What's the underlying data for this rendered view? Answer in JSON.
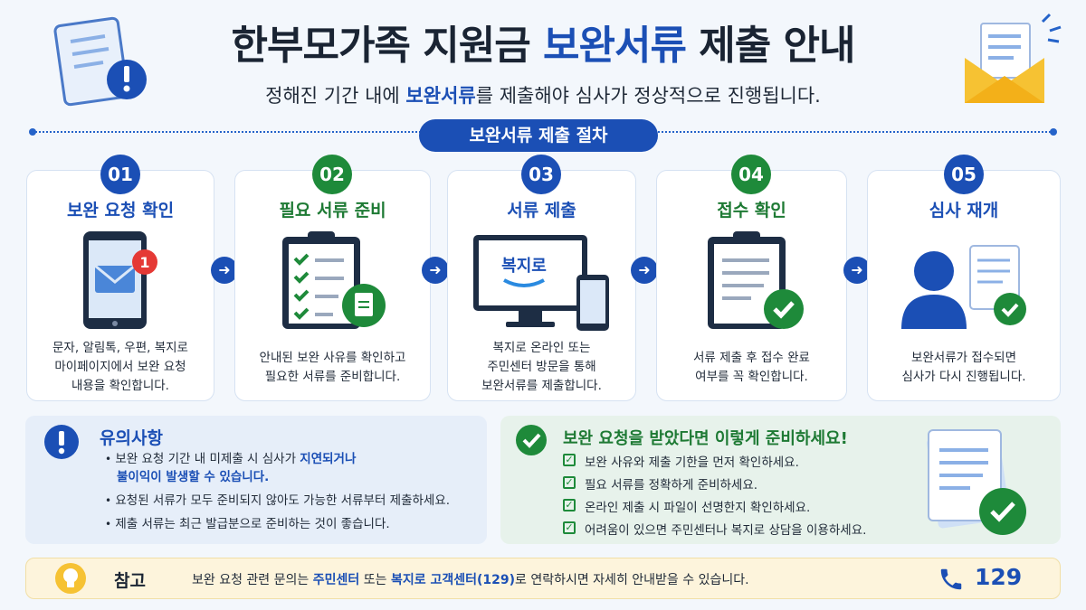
{
  "header": {
    "title_pre": "한부모가족 지원금 ",
    "title_hl": "보완서류",
    "title_post": " 제출 안내",
    "subtitle_pre": "정해진 기간 내에 ",
    "subtitle_hl": "보완서류",
    "subtitle_post": "를 제출해야 심사가 정상적으로 진행됩니다."
  },
  "section_label": "보완서류 제출 절차",
  "steps": [
    {
      "num": "01",
      "title": "보완 요청 확인",
      "desc": [
        "문자, 알림톡, 우편, 복지로",
        "마이페이지에서 보완 요청",
        "내용을 확인합니다."
      ],
      "icon": "phone-mail-icon",
      "notify": "1",
      "color": "blue"
    },
    {
      "num": "02",
      "title": "필요 서류 준비",
      "desc": [
        "안내된 보완 사유를 확인하고",
        "필요한 서류를 준비합니다."
      ],
      "icon": "clipboard-checklist-icon",
      "color": "green"
    },
    {
      "num": "03",
      "title": "서류 제출",
      "desc": [
        "복지로 온라인 또는",
        "주민센터 방문을 통해",
        "보완서류를 제출합니다."
      ],
      "icon": "monitor-phone-icon",
      "screen_text": "복지로",
      "color": "blue"
    },
    {
      "num": "04",
      "title": "접수 확인",
      "desc": [
        "서류 제출 후 접수 완료",
        "여부를 꼭 확인합니다."
      ],
      "icon": "clipboard-check-icon",
      "color": "green"
    },
    {
      "num": "05",
      "title": "심사 재개",
      "desc": [
        "보완서류가 접수되면",
        "심사가 다시 진행됩니다."
      ],
      "icon": "person-document-icon",
      "color": "blue"
    }
  ],
  "notes": {
    "title": "유의사항",
    "items": [
      {
        "pre": "보완 요청 기간 내 미제출 시 심사가 ",
        "hl": "지연되거나",
        "line2": "불이익이 발생할 수 있습니다."
      },
      {
        "pre": "요청된 서류가 모두 준비되지 않아도 가능한 서류부터 제출하세요."
      },
      {
        "pre": "제출 서류는 최근 발급분으로 준비하는 것이 좋습니다."
      }
    ]
  },
  "prep": {
    "title": "보완 요청을 받았다면 이렇게 준비하세요!",
    "items": [
      "보완 사유와 제출 기한을 먼저 확인하세요.",
      "필요 서류를 정확하게 준비하세요.",
      "온라인 제출 시 파일이 선명한지 확인하세요.",
      "어려움이 있으면 주민센터나 복지로 상담을 이용하세요."
    ]
  },
  "reference": {
    "label": "참고",
    "text_pre": "보완 요청 관련 문의는 ",
    "hl1": "주민센터",
    "mid": " 또는 ",
    "hl2": "복지로 고객센터(129)",
    "text_post": "로 연락하시면 자세히 안내받을 수 있습니다.",
    "phone": "129"
  },
  "colors": {
    "primary_blue": "#1b4fb5",
    "green": "#1e8a3a",
    "alert_red": "#e53935",
    "envelope_yellow": "#f6c233"
  }
}
